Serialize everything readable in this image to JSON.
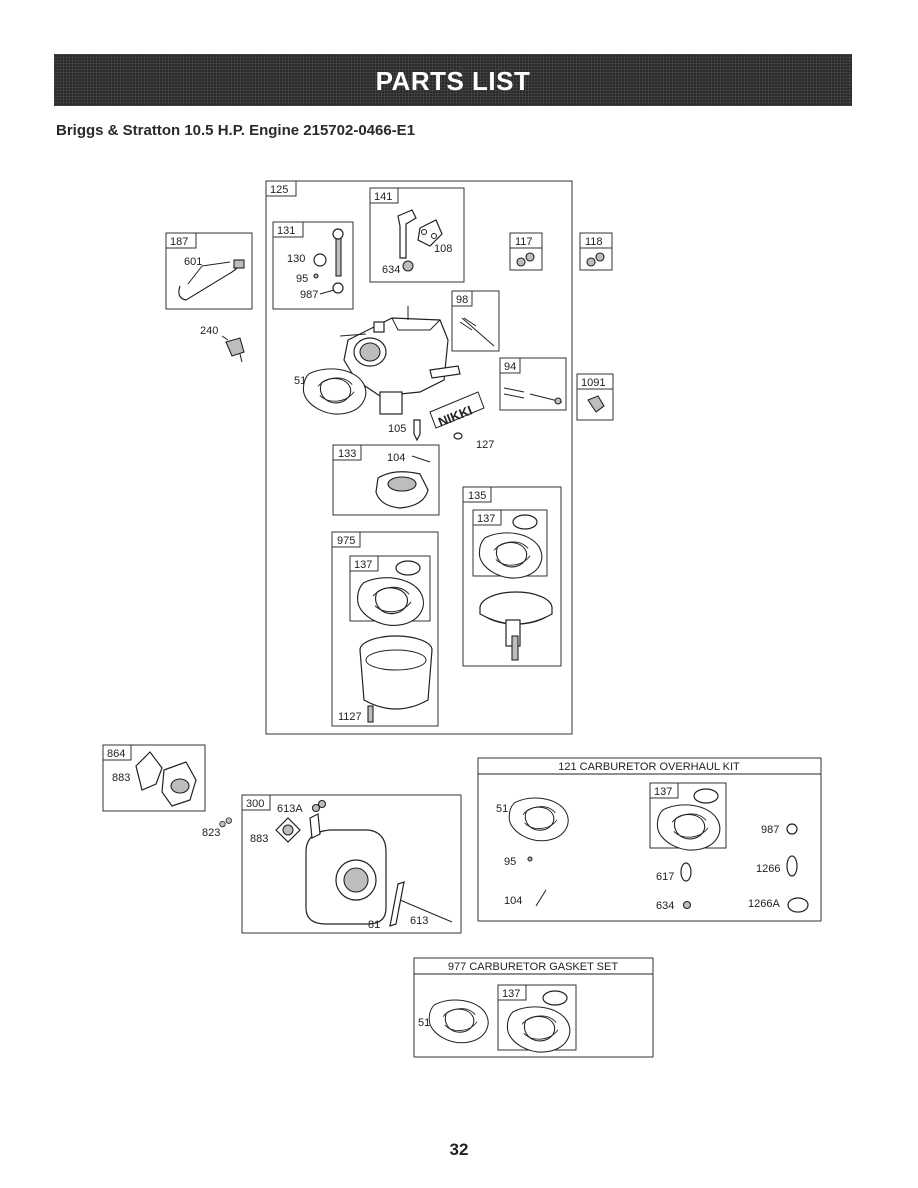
{
  "header": {
    "title": "PARTS LIST"
  },
  "subtitle": "Briggs & Stratton 10.5 H.P. Engine 215702-0466-E1",
  "labels": {
    "125": "125",
    "141": "141",
    "108": "108",
    "634": "634",
    "131": "131",
    "130": "130",
    "95": "95",
    "987": "987",
    "187": "187",
    "601": "601",
    "240": "240",
    "117": "117",
    "118": "118",
    "98": "98",
    "94": "94",
    "1091": "1091",
    "51": "51",
    "105": "105",
    "127": "127",
    "nikki": "NIKKI",
    "133": "133",
    "104": "104",
    "135": "135",
    "137": "137",
    "975": "975",
    "1127": "1127",
    "864": "864",
    "883": "883",
    "823": "823",
    "300": "300",
    "613A": "613A",
    "81": "81",
    "613": "613"
  },
  "overhaul_kit": {
    "title": "121 CARBURETOR OVERHAUL KIT",
    "items": {
      "51": "51",
      "137": "137",
      "987": "987",
      "95": "95",
      "617": "617",
      "1266": "1266",
      "104": "104",
      "634": "634",
      "1266A": "1266A"
    }
  },
  "gasket_set": {
    "title": "977 CARBURETOR GASKET SET",
    "items": {
      "51": "51",
      "137": "137"
    }
  },
  "page_number": "32"
}
